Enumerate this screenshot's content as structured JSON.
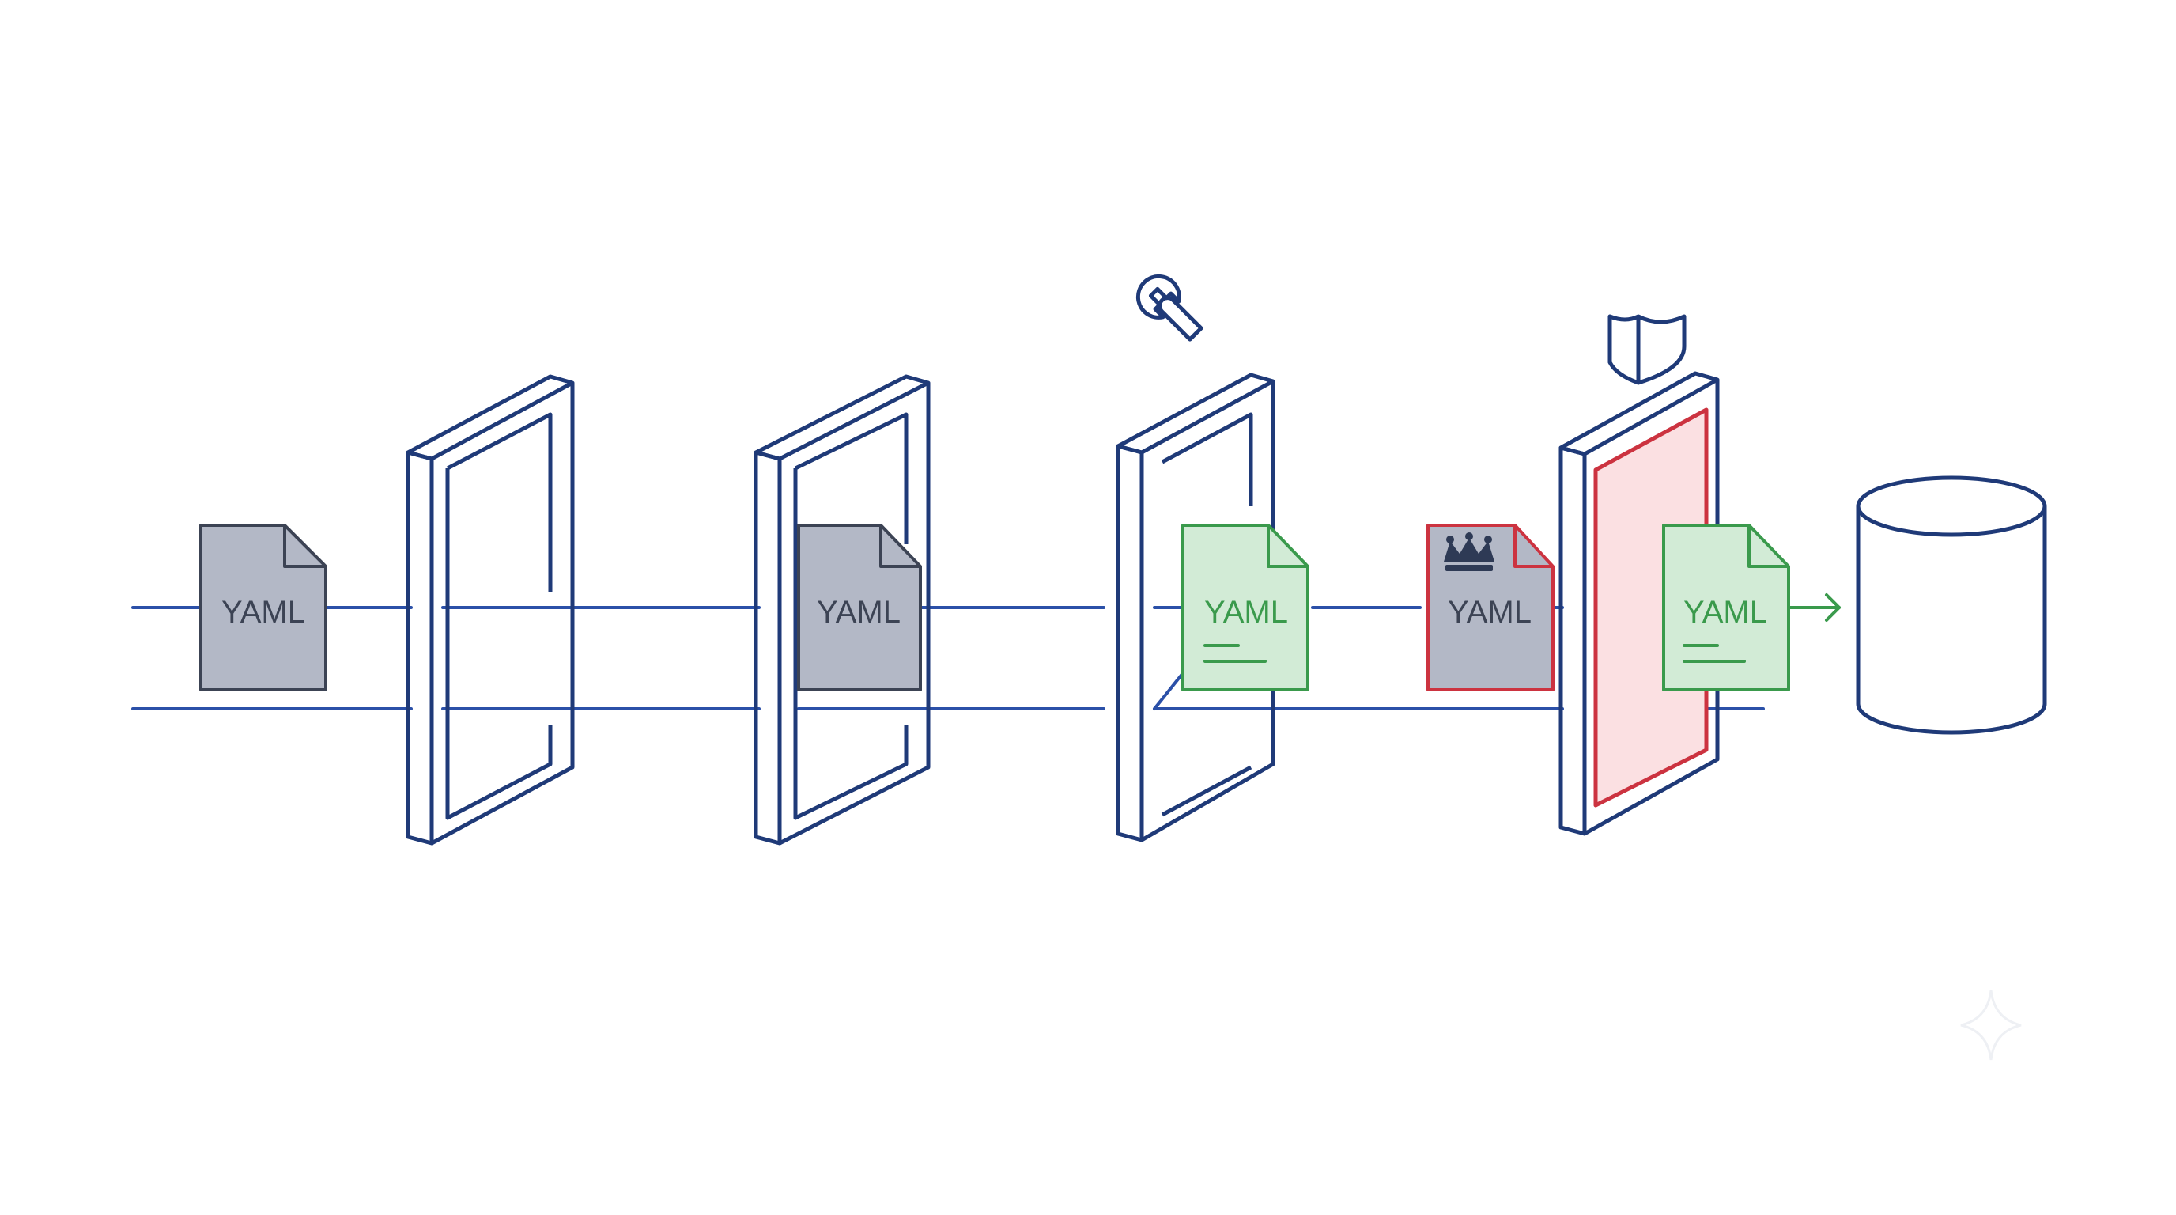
{
  "diagram": {
    "colors": {
      "line_blue": "#2b50a8",
      "gate_navy": "#1f3a78",
      "doc_gray_fill": "#b3b8c6",
      "doc_gray_stroke": "#3c4354",
      "doc_green_fill": "#d2ebd6",
      "doc_green_stroke": "#3a9a4c",
      "doc_red_stroke": "#cc3340",
      "panel_red_fill": "#fbe0e2",
      "panel_red_stroke": "#cc3340",
      "arrow_green": "#3a9a4c",
      "crown_navy": "#2e3a55"
    },
    "icons": {
      "wrench": "wrench-icon",
      "shield": "shield-icon",
      "crown": "crown-icon",
      "database": "database-icon"
    },
    "documents": [
      {
        "label": "YAML",
        "state": "raw"
      },
      {
        "label": "YAML",
        "state": "raw"
      },
      {
        "label": "YAML",
        "state": "validated"
      },
      {
        "label": "YAML",
        "state": "privileged"
      },
      {
        "label": "YAML",
        "state": "validated"
      }
    ]
  }
}
